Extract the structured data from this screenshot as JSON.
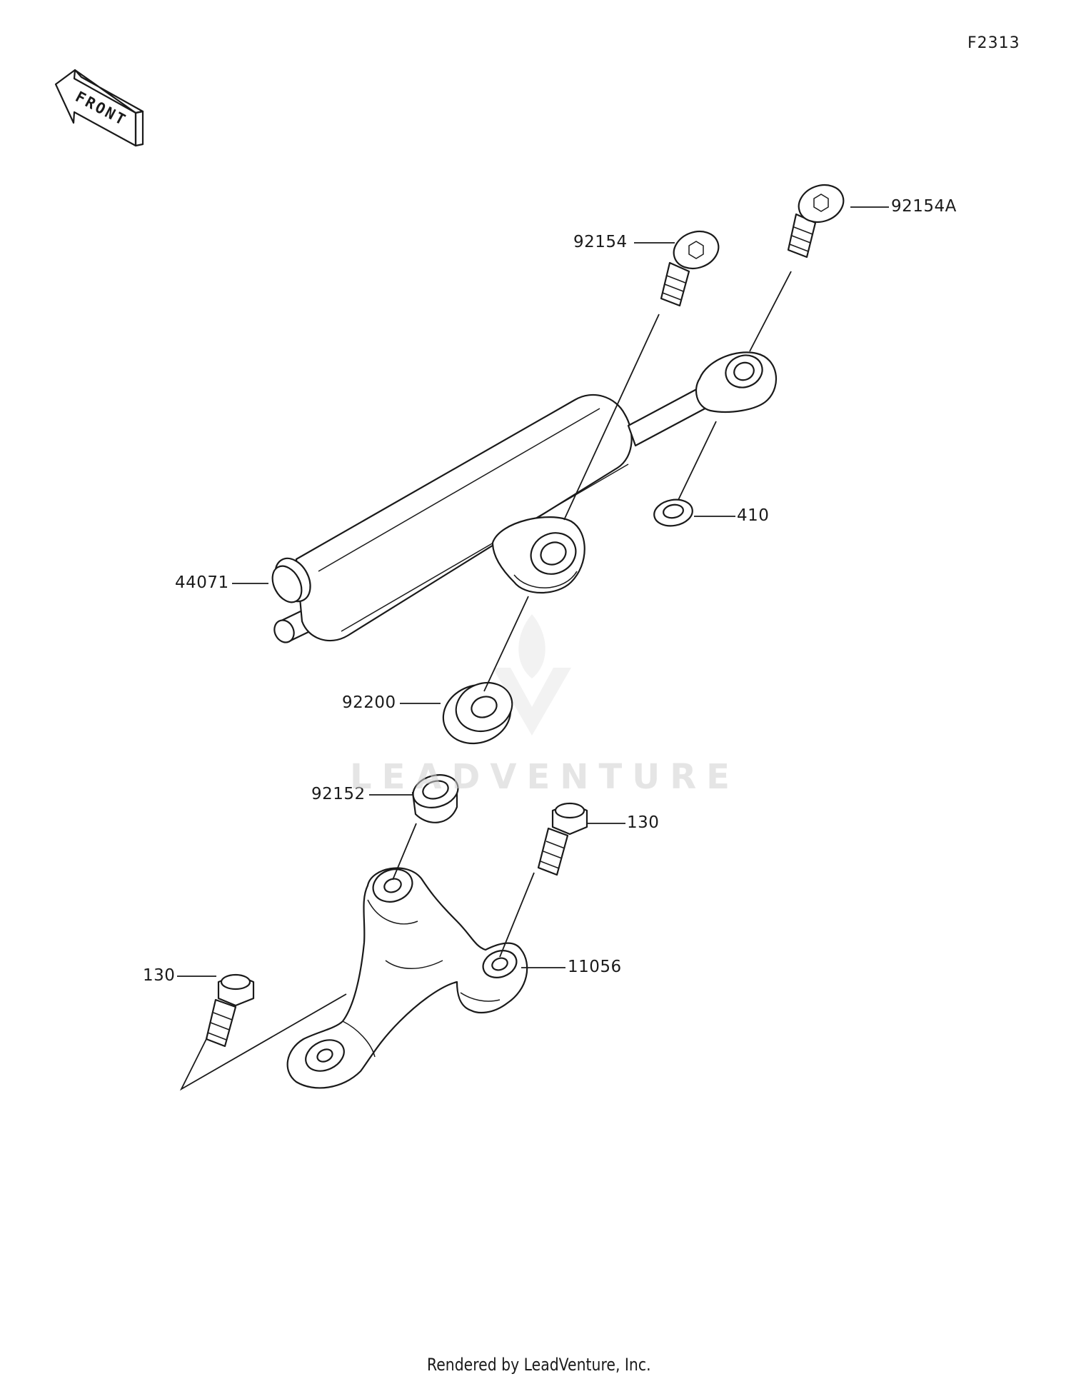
{
  "figure_code": "F2313",
  "front_label": "FRONT",
  "watermark": "LEADVENTURE",
  "footer": "Rendered by LeadVenture, Inc.",
  "callouts": {
    "bolt_a": "92154A",
    "bolt": "92154",
    "washer": "410",
    "damper": "44071",
    "bushing": "92200",
    "collar": "92152",
    "flange_bolt_right": "130",
    "bracket": "11056",
    "flange_bolt_left": "130"
  }
}
